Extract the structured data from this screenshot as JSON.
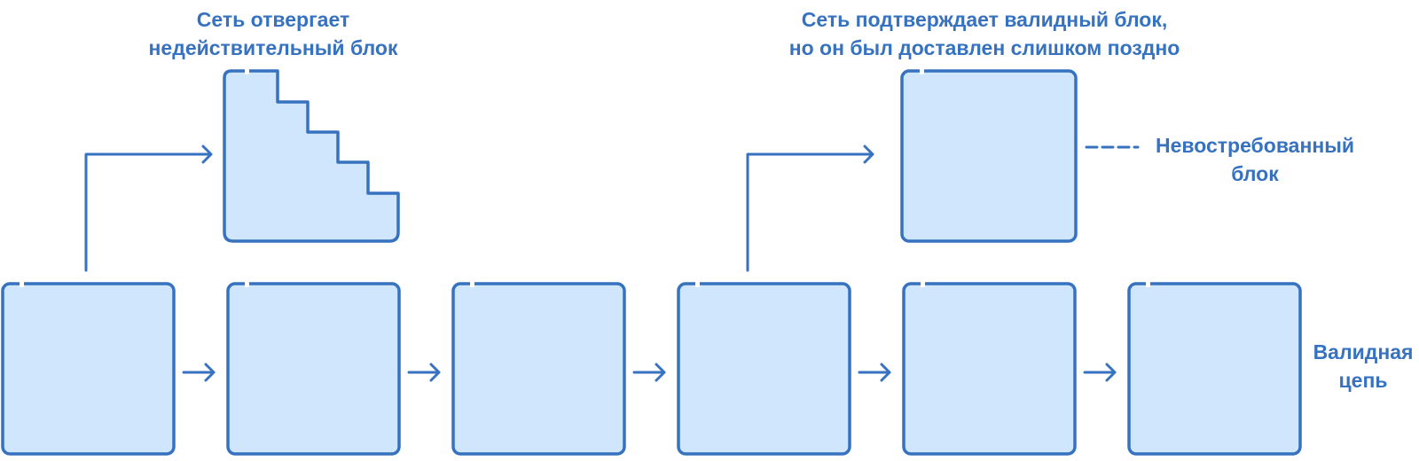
{
  "colors": {
    "stroke": "#3672bf",
    "fill": "#cfe6fc",
    "text": "#3672bf",
    "background": "#ffffff"
  },
  "labels": {
    "rejected_line1": "Сеть отвергает",
    "rejected_line2": "недействительный блок",
    "late_line1": "Сеть подтверждает валидный блок,",
    "late_line2": "но он был доставлен слишком поздно",
    "orphan_line1": "Невостребованный",
    "orphan_line2": "блок",
    "chain_line1": "Валидная",
    "chain_line2": "цепь"
  }
}
